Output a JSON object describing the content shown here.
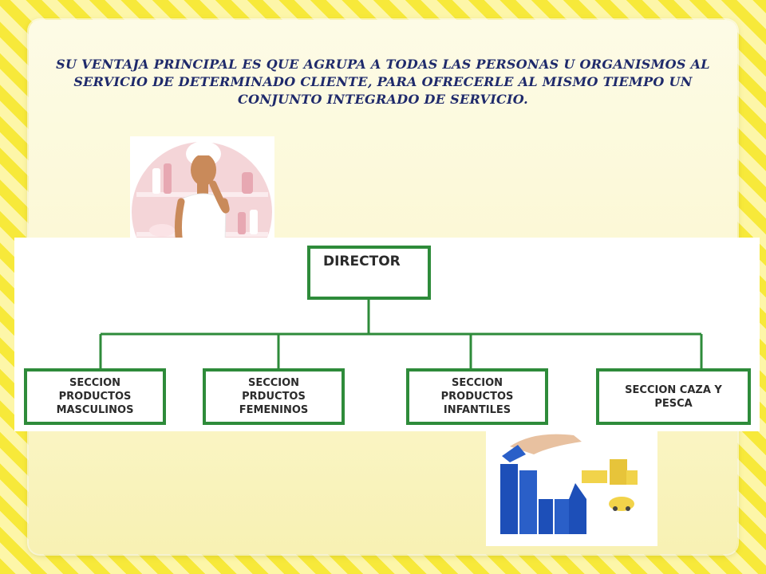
{
  "slide": {
    "text": "SU VENTAJA PRINCIPAL ES QUE AGRUPA A TODAS LAS PERSONAS U ORGANISMOS AL SERVICIO DE DETERMINADO CLIENTE, PARA OFRECERLE AL MISMO TIEMPO UN CONJUNTO INTEGRADO DE SERVICIO."
  },
  "org_chart": {
    "root": "DIRECTOR",
    "children": [
      "SECCION PRODUCTOS MASCULINOS",
      "SECCION PRDUCTOS FEMENINOS",
      "SECCION PRODUCTOS INFANTILES",
      "SECCION CAZA Y PESCA"
    ]
  },
  "colors": {
    "box_border": "#2e8b3a",
    "text": "#1f2a6b"
  }
}
